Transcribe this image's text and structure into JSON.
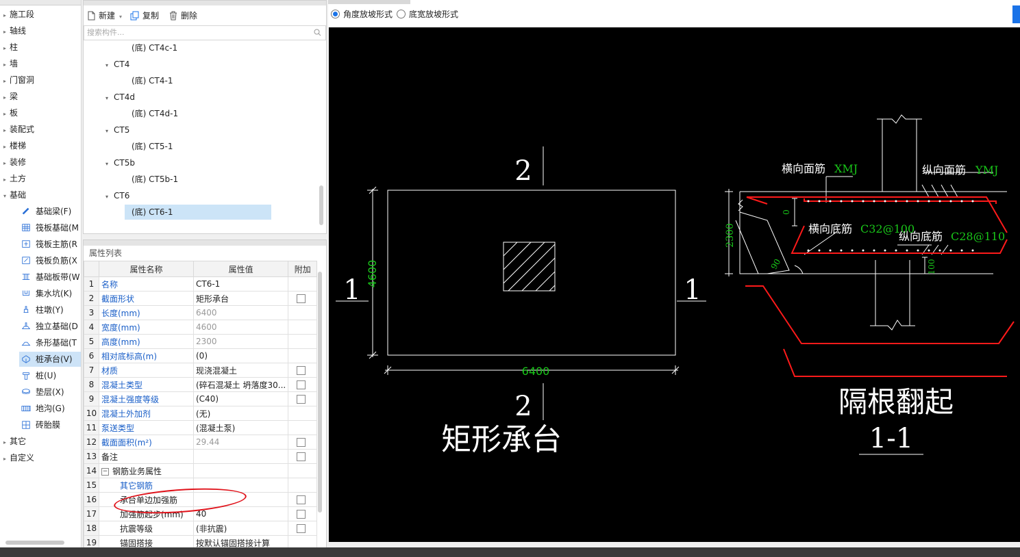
{
  "nav": {
    "items": [
      {
        "label": "施工段"
      },
      {
        "label": "轴线"
      },
      {
        "label": "柱"
      },
      {
        "label": "墙"
      },
      {
        "label": "门窗洞"
      },
      {
        "label": "梁"
      },
      {
        "label": "板"
      },
      {
        "label": "装配式"
      },
      {
        "label": "楼梯"
      },
      {
        "label": "装修"
      },
      {
        "label": "土方"
      },
      {
        "label": "基础"
      }
    ],
    "sub_items": [
      {
        "label": "基础梁(F)",
        "icon": "beam-icon"
      },
      {
        "label": "筏板基础(M",
        "icon": "raft-icon"
      },
      {
        "label": "筏板主筋(R",
        "icon": "raft-main-rebar-icon"
      },
      {
        "label": "筏板负筋(X",
        "icon": "raft-neg-rebar-icon"
      },
      {
        "label": "基础板带(W",
        "icon": "strip-icon"
      },
      {
        "label": "集水坑(K)",
        "icon": "sump-icon"
      },
      {
        "label": "柱墩(Y)",
        "icon": "pier-icon"
      },
      {
        "label": "独立基础(D",
        "icon": "isolated-footing-icon"
      },
      {
        "label": "条形基础(T",
        "icon": "strip-footing-icon"
      },
      {
        "label": "桩承台(V)",
        "icon": "pile-cap-icon"
      },
      {
        "label": "桩(U)",
        "icon": "pile-icon"
      },
      {
        "label": "垫层(X)",
        "icon": "cushion-icon"
      },
      {
        "label": "地沟(G)",
        "icon": "trench-icon"
      },
      {
        "label": "砖胎膜",
        "icon": "brick-mold-icon"
      }
    ],
    "after": [
      {
        "label": "其它"
      },
      {
        "label": "自定义"
      }
    ]
  },
  "toolbar": {
    "new": "新建",
    "copy": "复制",
    "delete": "删除"
  },
  "search": {
    "placeholder": "搜索构件..."
  },
  "tree": [
    {
      "label": "(底) CT4c-1",
      "level": 2
    },
    {
      "label": "CT4",
      "level": 1
    },
    {
      "label": "(底) CT4-1",
      "level": 2
    },
    {
      "label": "CT4d",
      "level": 1
    },
    {
      "label": "(底) CT4d-1",
      "level": 2
    },
    {
      "label": "CT5",
      "level": 1
    },
    {
      "label": "(底) CT5-1",
      "level": 2
    },
    {
      "label": "CT5b",
      "level": 1
    },
    {
      "label": "(底) CT5b-1",
      "level": 2
    },
    {
      "label": "CT6",
      "level": 1
    },
    {
      "label": "(底) CT6-1",
      "level": 2,
      "selected": true
    }
  ],
  "props": {
    "title": "属性列表",
    "headers": {
      "name": "属性名称",
      "value": "属性值",
      "extra": "附加"
    },
    "rows": [
      {
        "n": "1",
        "name": "名称",
        "value": "CT6-1",
        "blue": true,
        "chk": false,
        "gray": false
      },
      {
        "n": "2",
        "name": "截面形状",
        "value": "矩形承台",
        "blue": true,
        "chk": true,
        "gray": false
      },
      {
        "n": "3",
        "name": "长度(mm)",
        "value": "6400",
        "blue": true,
        "chk": false,
        "gray": true
      },
      {
        "n": "4",
        "name": "宽度(mm)",
        "value": "4600",
        "blue": true,
        "chk": false,
        "gray": true
      },
      {
        "n": "5",
        "name": "高度(mm)",
        "value": "2300",
        "blue": true,
        "chk": false,
        "gray": true
      },
      {
        "n": "6",
        "name": "相对底标高(m)",
        "value": "(0)",
        "blue": true,
        "chk": false,
        "gray": false
      },
      {
        "n": "7",
        "name": "材质",
        "value": "现浇混凝土",
        "blue": true,
        "chk": true,
        "gray": false
      },
      {
        "n": "8",
        "name": "混凝土类型",
        "value": "(碎石混凝土 坍落度30...",
        "blue": true,
        "chk": true,
        "gray": false
      },
      {
        "n": "9",
        "name": "混凝土强度等级",
        "value": "(C40)",
        "blue": true,
        "chk": true,
        "gray": false
      },
      {
        "n": "10",
        "name": "混凝土外加剂",
        "value": "(无)",
        "blue": true,
        "chk": false,
        "gray": false
      },
      {
        "n": "11",
        "name": "泵送类型",
        "value": "(混凝土泵)",
        "blue": true,
        "chk": false,
        "gray": false
      },
      {
        "n": "12",
        "name": "截面面积(m²)",
        "value": "29.44",
        "blue": true,
        "chk": true,
        "gray": true
      },
      {
        "n": "13",
        "name": "备注",
        "value": "",
        "blue": false,
        "chk": true,
        "gray": false
      },
      {
        "n": "14",
        "name": "钢筋业务属性",
        "value": "",
        "blue": false,
        "chk": false,
        "gray": false,
        "group": true
      },
      {
        "n": "15",
        "name": "其它钢筋",
        "value": "",
        "blue": true,
        "chk": false,
        "gray": false,
        "indent": true
      },
      {
        "n": "16",
        "name": "承台单边加强筋",
        "value": "",
        "blue": false,
        "chk": true,
        "gray": false,
        "indent": true
      },
      {
        "n": "17",
        "name": "加强筋起步(mm)",
        "value": "40",
        "blue": false,
        "chk": true,
        "gray": false,
        "indent": true
      },
      {
        "n": "18",
        "name": "抗震等级",
        "value": "(非抗震)",
        "blue": false,
        "chk": true,
        "gray": false,
        "indent": true
      },
      {
        "n": "19",
        "name": "锚固搭接",
        "value": "按默认锚固搭接计算",
        "blue": false,
        "chk": false,
        "gray": false,
        "indent": true
      }
    ]
  },
  "radios": {
    "opt1": "角度放坡形式",
    "opt2": "底宽放坡形式",
    "selected": "opt1"
  },
  "drawing": {
    "plan_title": "矩形承台",
    "sec_top": "2",
    "sec_bottom": "2",
    "sec_left": "1",
    "sec_right": "1",
    "dim_width": "6400",
    "dim_height": "4600",
    "section_title": "隔根翻起",
    "section_sub": "1-1",
    "label_top_h": "横向面筋",
    "label_top_h_code": "XMJ",
    "label_top_v": "纵向面筋",
    "label_top_v_code": "YMJ",
    "label_bot_h": "横向底筋",
    "label_bot_h_code": "C32@100",
    "label_bot_v": "纵向底筋",
    "label_bot_v_code": "C28@110",
    "dim_2300": "2300",
    "dim_0": "0",
    "dim_90": "90",
    "dim_100": "100"
  },
  "colors": {
    "accent": "#1a73e8",
    "cad_green": "#19c619",
    "cad_red": "#ff1a1a",
    "highlight": "#e0121a"
  }
}
